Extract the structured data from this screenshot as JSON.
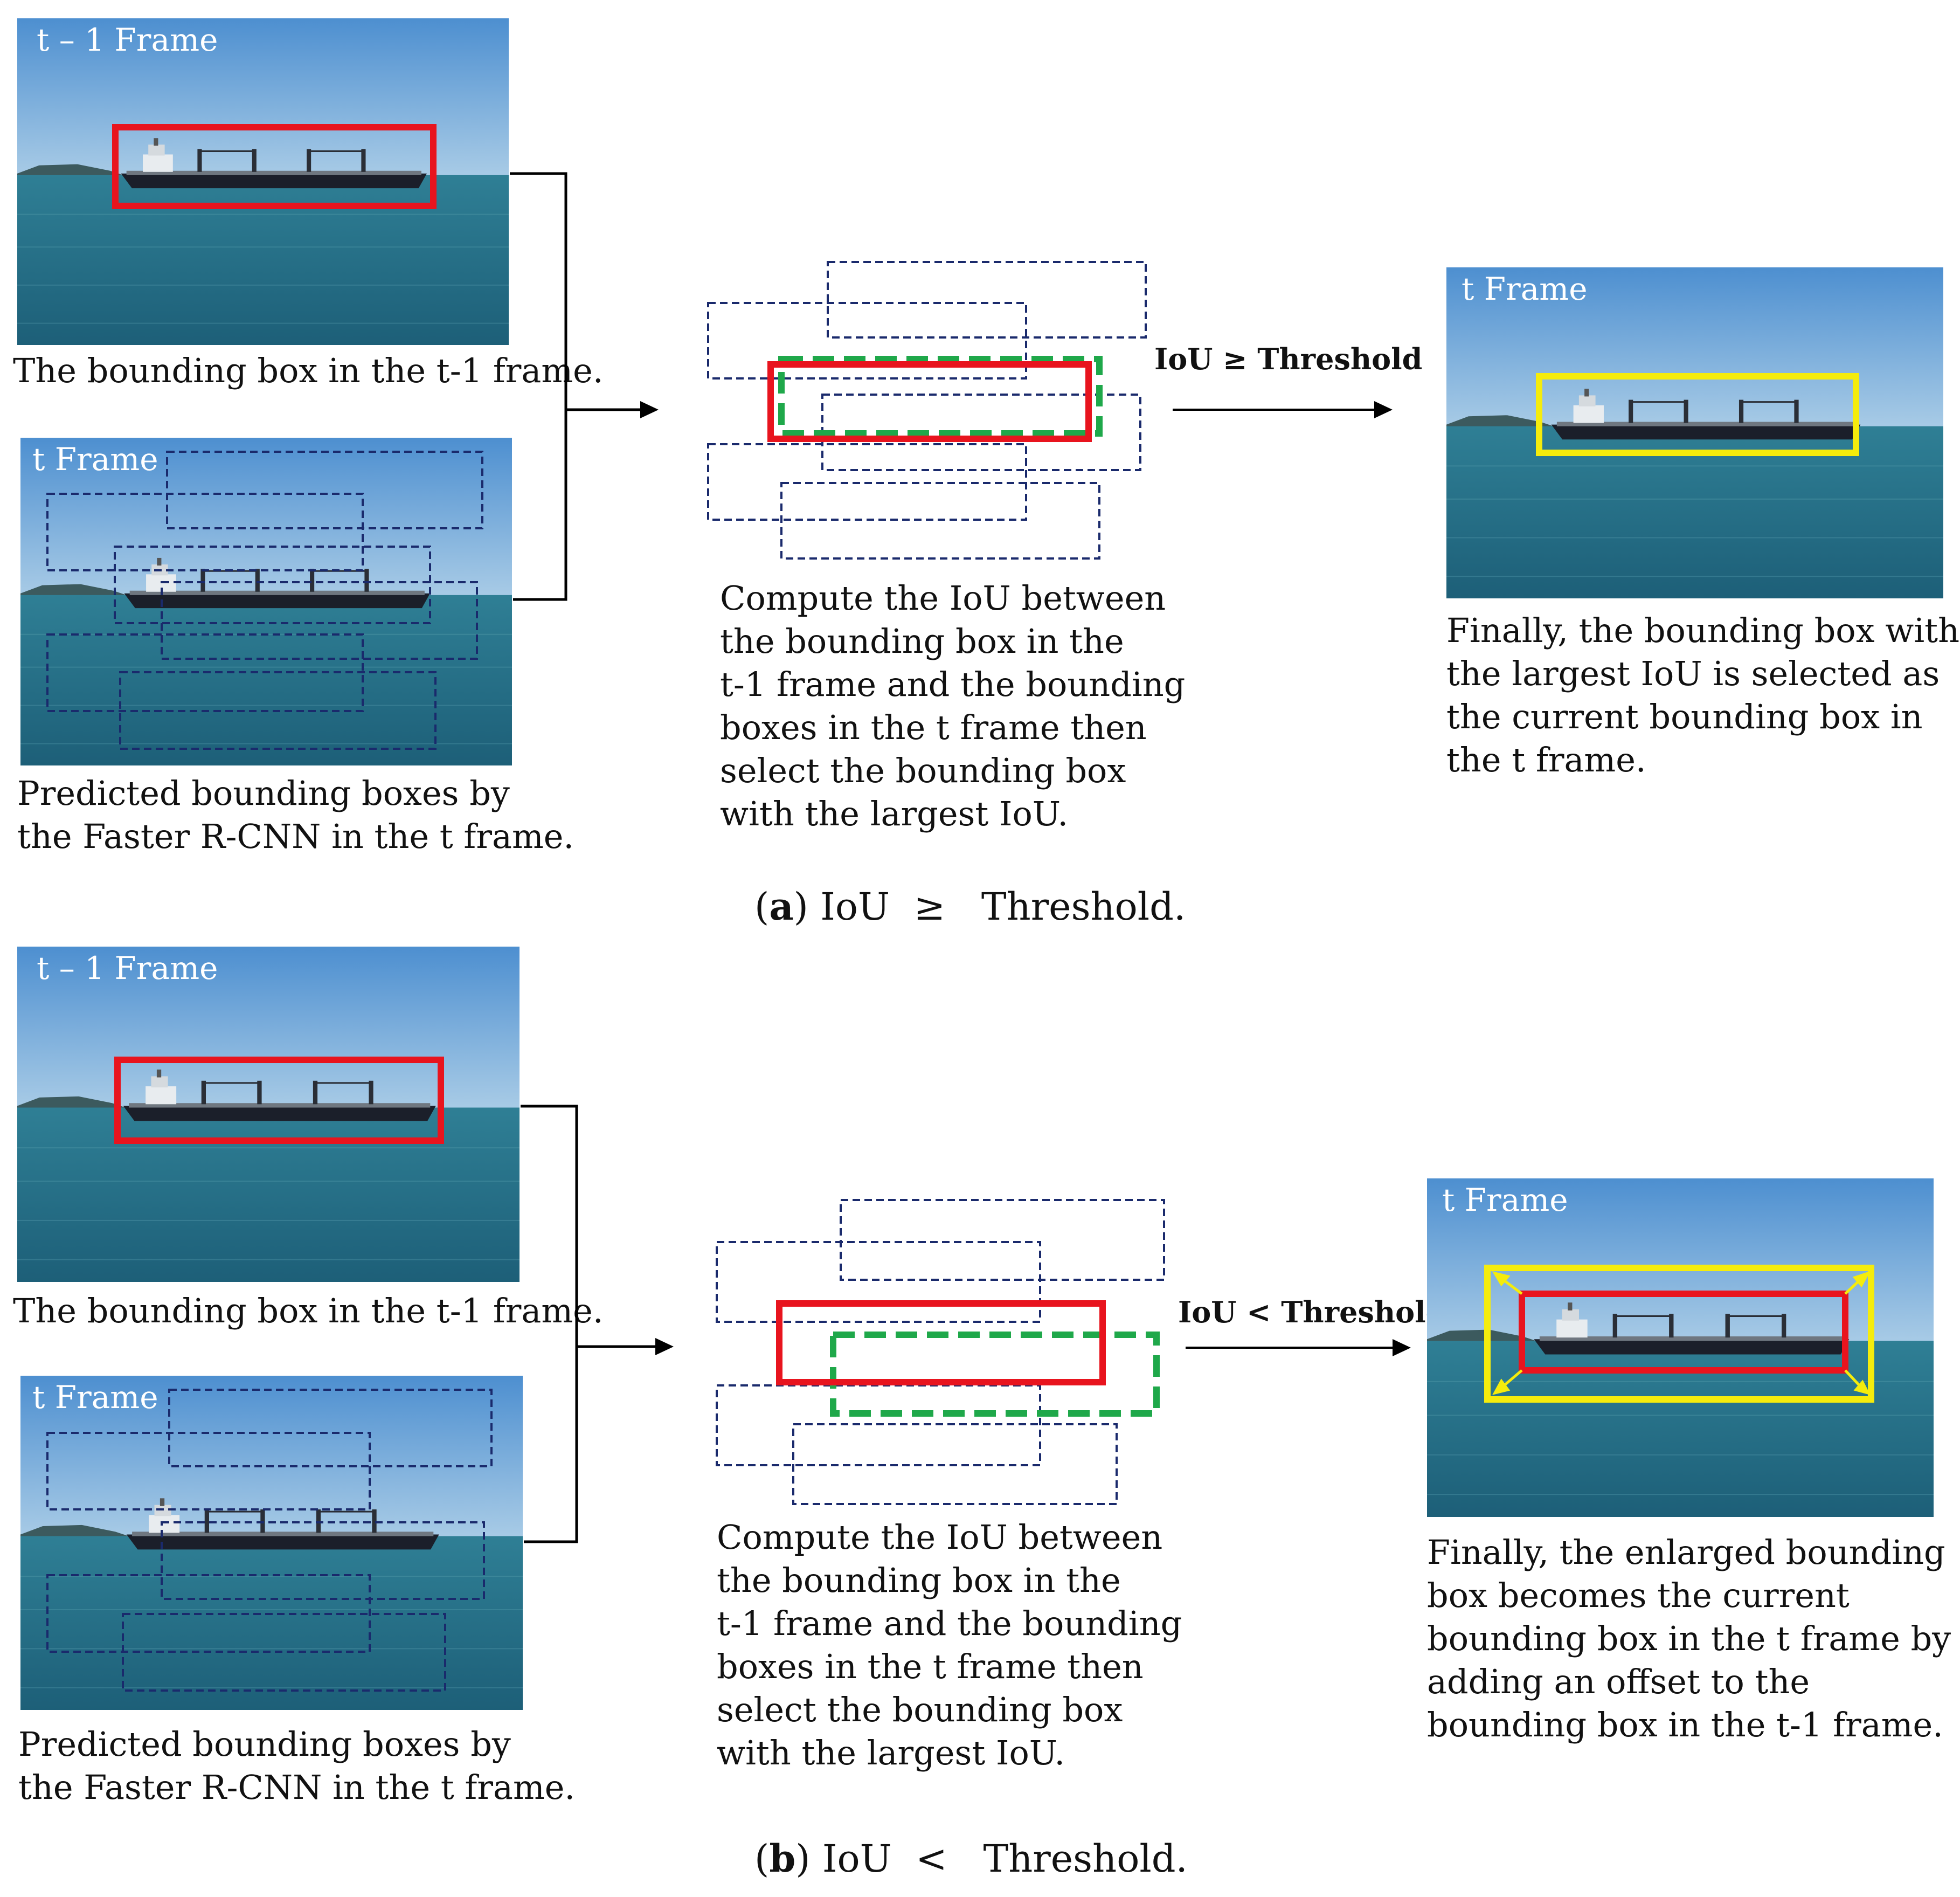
{
  "panel_a": {
    "frame_prev": {
      "label": "t – 1 Frame",
      "caption": "The bounding box in the t-1 frame."
    },
    "frame_cur": {
      "label": "t Frame",
      "caption": "Predicted bounding boxes by\nthe Faster R-CNN in the t frame."
    },
    "compute_text": "Compute the IoU between\nthe bounding box in the\nt-1 frame and the bounding\nboxes in the t frame then\nselect the bounding box\nwith the largest IoU.",
    "condition": "IoU ≥ Threshold",
    "result": {
      "label": "t Frame",
      "text": "Finally, the bounding box with\nthe largest IoU is selected as\nthe current bounding box in\nthe t frame."
    },
    "caption_letter": "a",
    "caption_text": " IoU  ≥   Threshold."
  },
  "panel_b": {
    "frame_prev": {
      "label": "t – 1 Frame",
      "caption": "The bounding box in the t-1 frame."
    },
    "frame_cur": {
      "label": "t Frame",
      "caption": "Predicted bounding boxes by\nthe Faster R-CNN in the t frame."
    },
    "compute_text": "Compute the IoU between\nthe bounding box in the\nt-1 frame and the bounding\nboxes in the t frame then\nselect the bounding box\nwith the largest IoU.",
    "condition": "IoU < Threshold",
    "result": {
      "label": "t Frame",
      "text": "Finally, the enlarged bounding\nbox becomes the current\nbounding box in the t frame by\nadding an offset to the\nbounding box in the t-1 frame."
    },
    "caption_letter": "b",
    "caption_text": " IoU  <   Threshold."
  },
  "colors": {
    "prev_box": "#e8141e",
    "dashed_box": "#1a2a6c",
    "best_box": "#1fa84a",
    "result_box": "#f5ec0c"
  }
}
